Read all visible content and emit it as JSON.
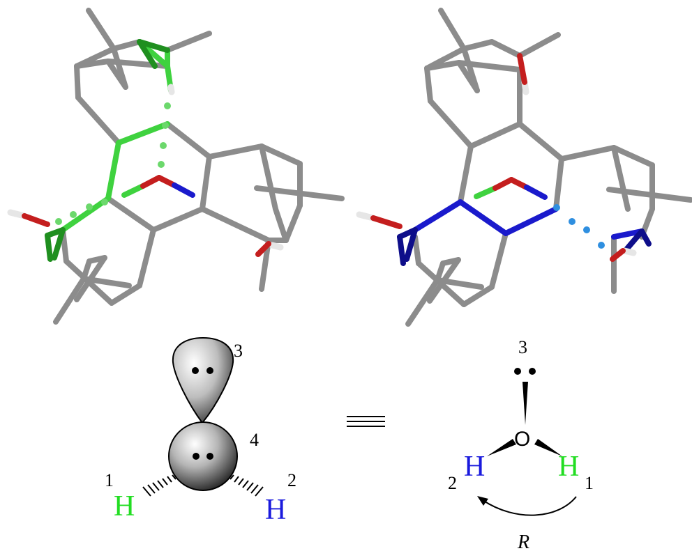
{
  "colors": {
    "carbon": "#8c8c8c",
    "oxygen": "#c41e1e",
    "hydrogen": "#e6e6e6",
    "highlight_left": "#3fd23f",
    "highlight_left_dark": "#1f8f1f",
    "highlight_right": "#1a1acc",
    "highlight_right_dark": "#0e0e8a",
    "hbond_right": "#2f8fe0",
    "label_green": "#22dd22",
    "label_blue": "#1a1add"
  },
  "left_scheme": {
    "label_lone_pair": "3",
    "label_center": "4",
    "label_h1_num": "1",
    "label_h1": "H",
    "label_h2_num": "2",
    "label_h2": "H"
  },
  "equivalence_symbol": "≡",
  "right_scheme": {
    "label_lone_pair": "3",
    "label_oxygen": "O",
    "label_h_left": "H",
    "label_h_left_num": "2",
    "label_h_right": "H",
    "label_h_right_num": "1",
    "configuration": "R"
  },
  "icons": {
    "left_model": "molecule-stick-model",
    "right_model": "molecule-stick-model",
    "arrow": "curved-arrow-icon"
  }
}
